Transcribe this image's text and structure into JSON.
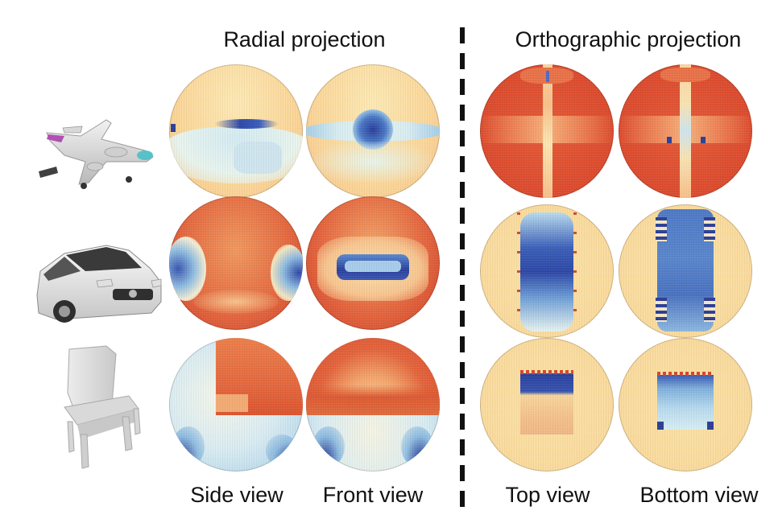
{
  "headings": {
    "radial": "Radial projection",
    "orthographic": "Orthographic projection"
  },
  "captions": {
    "side": "Side view",
    "front": "Front view",
    "top": "Top view",
    "bottom": "Bottom view"
  },
  "objects": [
    "airplane",
    "car",
    "chair"
  ],
  "colors": {
    "deep_red": "#d9492f",
    "orange_red": "#e8623c",
    "light_yellow": "#fbe6a6",
    "pale_yellow": "#fdf1c4",
    "light_blue": "#c9e4f0",
    "mid_blue": "#5c8fcf",
    "deep_blue": "#2f3f9b"
  }
}
